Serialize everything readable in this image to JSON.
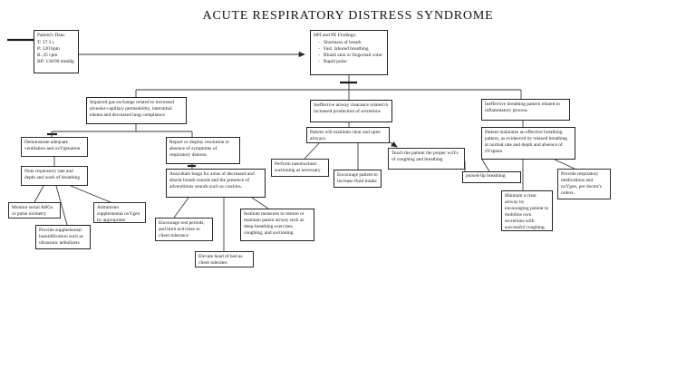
{
  "title": "ACUTE RESPIRATORY DISTRESS SYNDROME",
  "patient_data": {
    "heading": "Patient's Data:",
    "lines": [
      "T: 37.3 c",
      "P: 120 bpm",
      "R: 25 cpm",
      "BP: 130/90 mmHg"
    ]
  },
  "findings": {
    "heading": "HPI and PE Findings:",
    "items": [
      "Shortness of breath",
      "Fast, labored breathing",
      "Bluish skin or fingernail color",
      "Rapid pulse"
    ]
  },
  "diagnoses": {
    "gas_exchange": "Impaired gas exchange related to increased alveolar-capillary permeability, interstitial edema and decreased lung compliance",
    "airway_clearance": "Ineffective airway clearance related to increased production of secretions",
    "breathing_pattern": "Ineffective breathing pattern related to inflammatory process"
  },
  "outcomes": {
    "ventilation": "Demonstrate adequate ventilation and oxYgenation",
    "resolution": "Report or display resolution or absence of symptoms of respiratory distress",
    "clear_airways": "Patient will maintain clear and open airways.",
    "effective_pattern": "Patient maintains an effective breathing pattern, as evidenced by relaxed breathing at normal rate and depth and absence of dYspnea"
  },
  "interventions": {
    "note_rr": "Note respiratory rate and depth and work of breathing",
    "monitor_abg": "Monitor serial ABGs or pulse oximetry",
    "administer_o2": "Administer supplemental oxYgen by appropriate method.",
    "humidification": "Provide supplemental humidification such as ultrasonic nebulizers",
    "auscultate": "Auscultate lungs for areas of decreased and absent breath sounds and the presence of adventitious sounds such as crackles.",
    "rest": "Encourage rest periods, and limit activities to client tolerance",
    "elevate": "Elevate head of bed as client tolerates",
    "institute": "Institute measures to restore or maintain patent airway such as deep-breathing exercises, coughing, and suctioning.",
    "suction": "Perform nasotracheal suctioning as necessary",
    "fluids": "Encourage patient to increase fluid intake",
    "teach": "Teach the patient the proper waYs of coughing and breathing",
    "pursed_lip": "pursed-lip breathing",
    "mobilize": "Maintain a clear airway by encouraging patient to mobilize own secretions with successful coughing.",
    "medications": "Provide respiratory medications and oxYgen, per doctor's orders."
  }
}
